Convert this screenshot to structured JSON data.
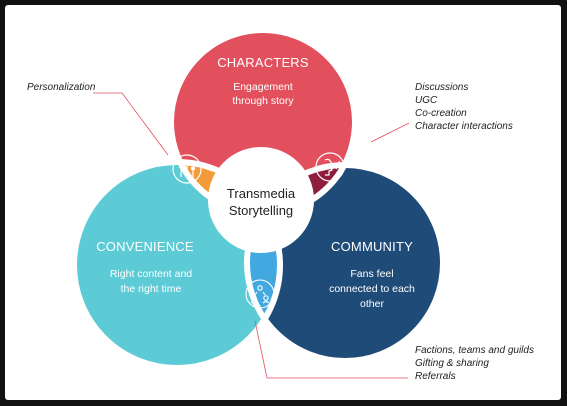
{
  "diagram": {
    "center": {
      "line1": "Transmedia",
      "line2": "Storytelling"
    },
    "characters": {
      "title": "CHARACTERS",
      "line1": "Engagement",
      "line2": "through story",
      "color": "#E3505D"
    },
    "convenience": {
      "title": "CONVENIENCE",
      "line1": "Right content and",
      "line2": "the right time",
      "color": "#5CCBD6"
    },
    "community": {
      "title": "COMMUNITY",
      "line1": "Fans feel",
      "line2": "connected to each",
      "line3": "other",
      "color": "#1E4B78"
    },
    "overlaps": {
      "characters_convenience": {
        "color": "#F39A3A",
        "icon": "sliders-icon"
      },
      "characters_community": {
        "color": "#8F1E3E",
        "icon": "speaking-head-icon"
      },
      "convenience_community": {
        "color": "#42A9E0",
        "icon": "people-network-icon"
      }
    },
    "annotations": {
      "personalization": "Personalization",
      "community_features": [
        "Discussions",
        "UGC",
        "Co-creation",
        "Character interactions"
      ],
      "social_features": [
        "Factions, teams and guilds",
        "Gifting & sharing",
        "Referrals"
      ],
      "line_color": "#E3505D"
    }
  }
}
